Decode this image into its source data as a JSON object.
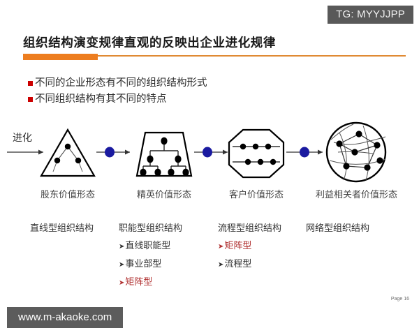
{
  "watermark": {
    "top_right": "TG: MYYJJPP",
    "bottom_left": "www.m-akaoke.com"
  },
  "title": "组织结构演变规律直观的反映出企业进化规律",
  "bullets": [
    {
      "text": "不同的企业形态有不同的组织结构形式"
    },
    {
      "text": "不同组织结构有其不同的特点"
    }
  ],
  "diagram": {
    "start_label": "进化",
    "stages": [
      {
        "shape": "triangle",
        "caption": "股东价值形态"
      },
      {
        "shape": "trapezoid",
        "caption": "精英价值形态"
      },
      {
        "shape": "octagon",
        "caption": "客户价值形态"
      },
      {
        "shape": "circle",
        "caption": "利益相关者价值形态"
      }
    ],
    "colors": {
      "connector_dot": "#1a1aa0",
      "shape_stroke": "#000000",
      "arrow": "#333333"
    }
  },
  "columns": [
    {
      "head": "直线型组织结构",
      "items": []
    },
    {
      "head": "职能型组织结构",
      "items": [
        {
          "label": "直线职能型",
          "highlight": false
        },
        {
          "label": "事业部型",
          "highlight": false
        },
        {
          "label": "矩阵型",
          "highlight": true
        }
      ]
    },
    {
      "head": "流程型组织结构",
      "items": [
        {
          "label": "矩阵型",
          "highlight": true
        },
        {
          "label": "流程型",
          "highlight": false
        }
      ]
    },
    {
      "head": "网络型组织结构",
      "items": []
    }
  ],
  "footer": {
    "page_label": "Page 16"
  },
  "theme": {
    "accent_orange": "#ed7d1f",
    "bullet_red": "#cc0000",
    "highlight_red": "#b03030",
    "watermark_gray": "#595959"
  }
}
